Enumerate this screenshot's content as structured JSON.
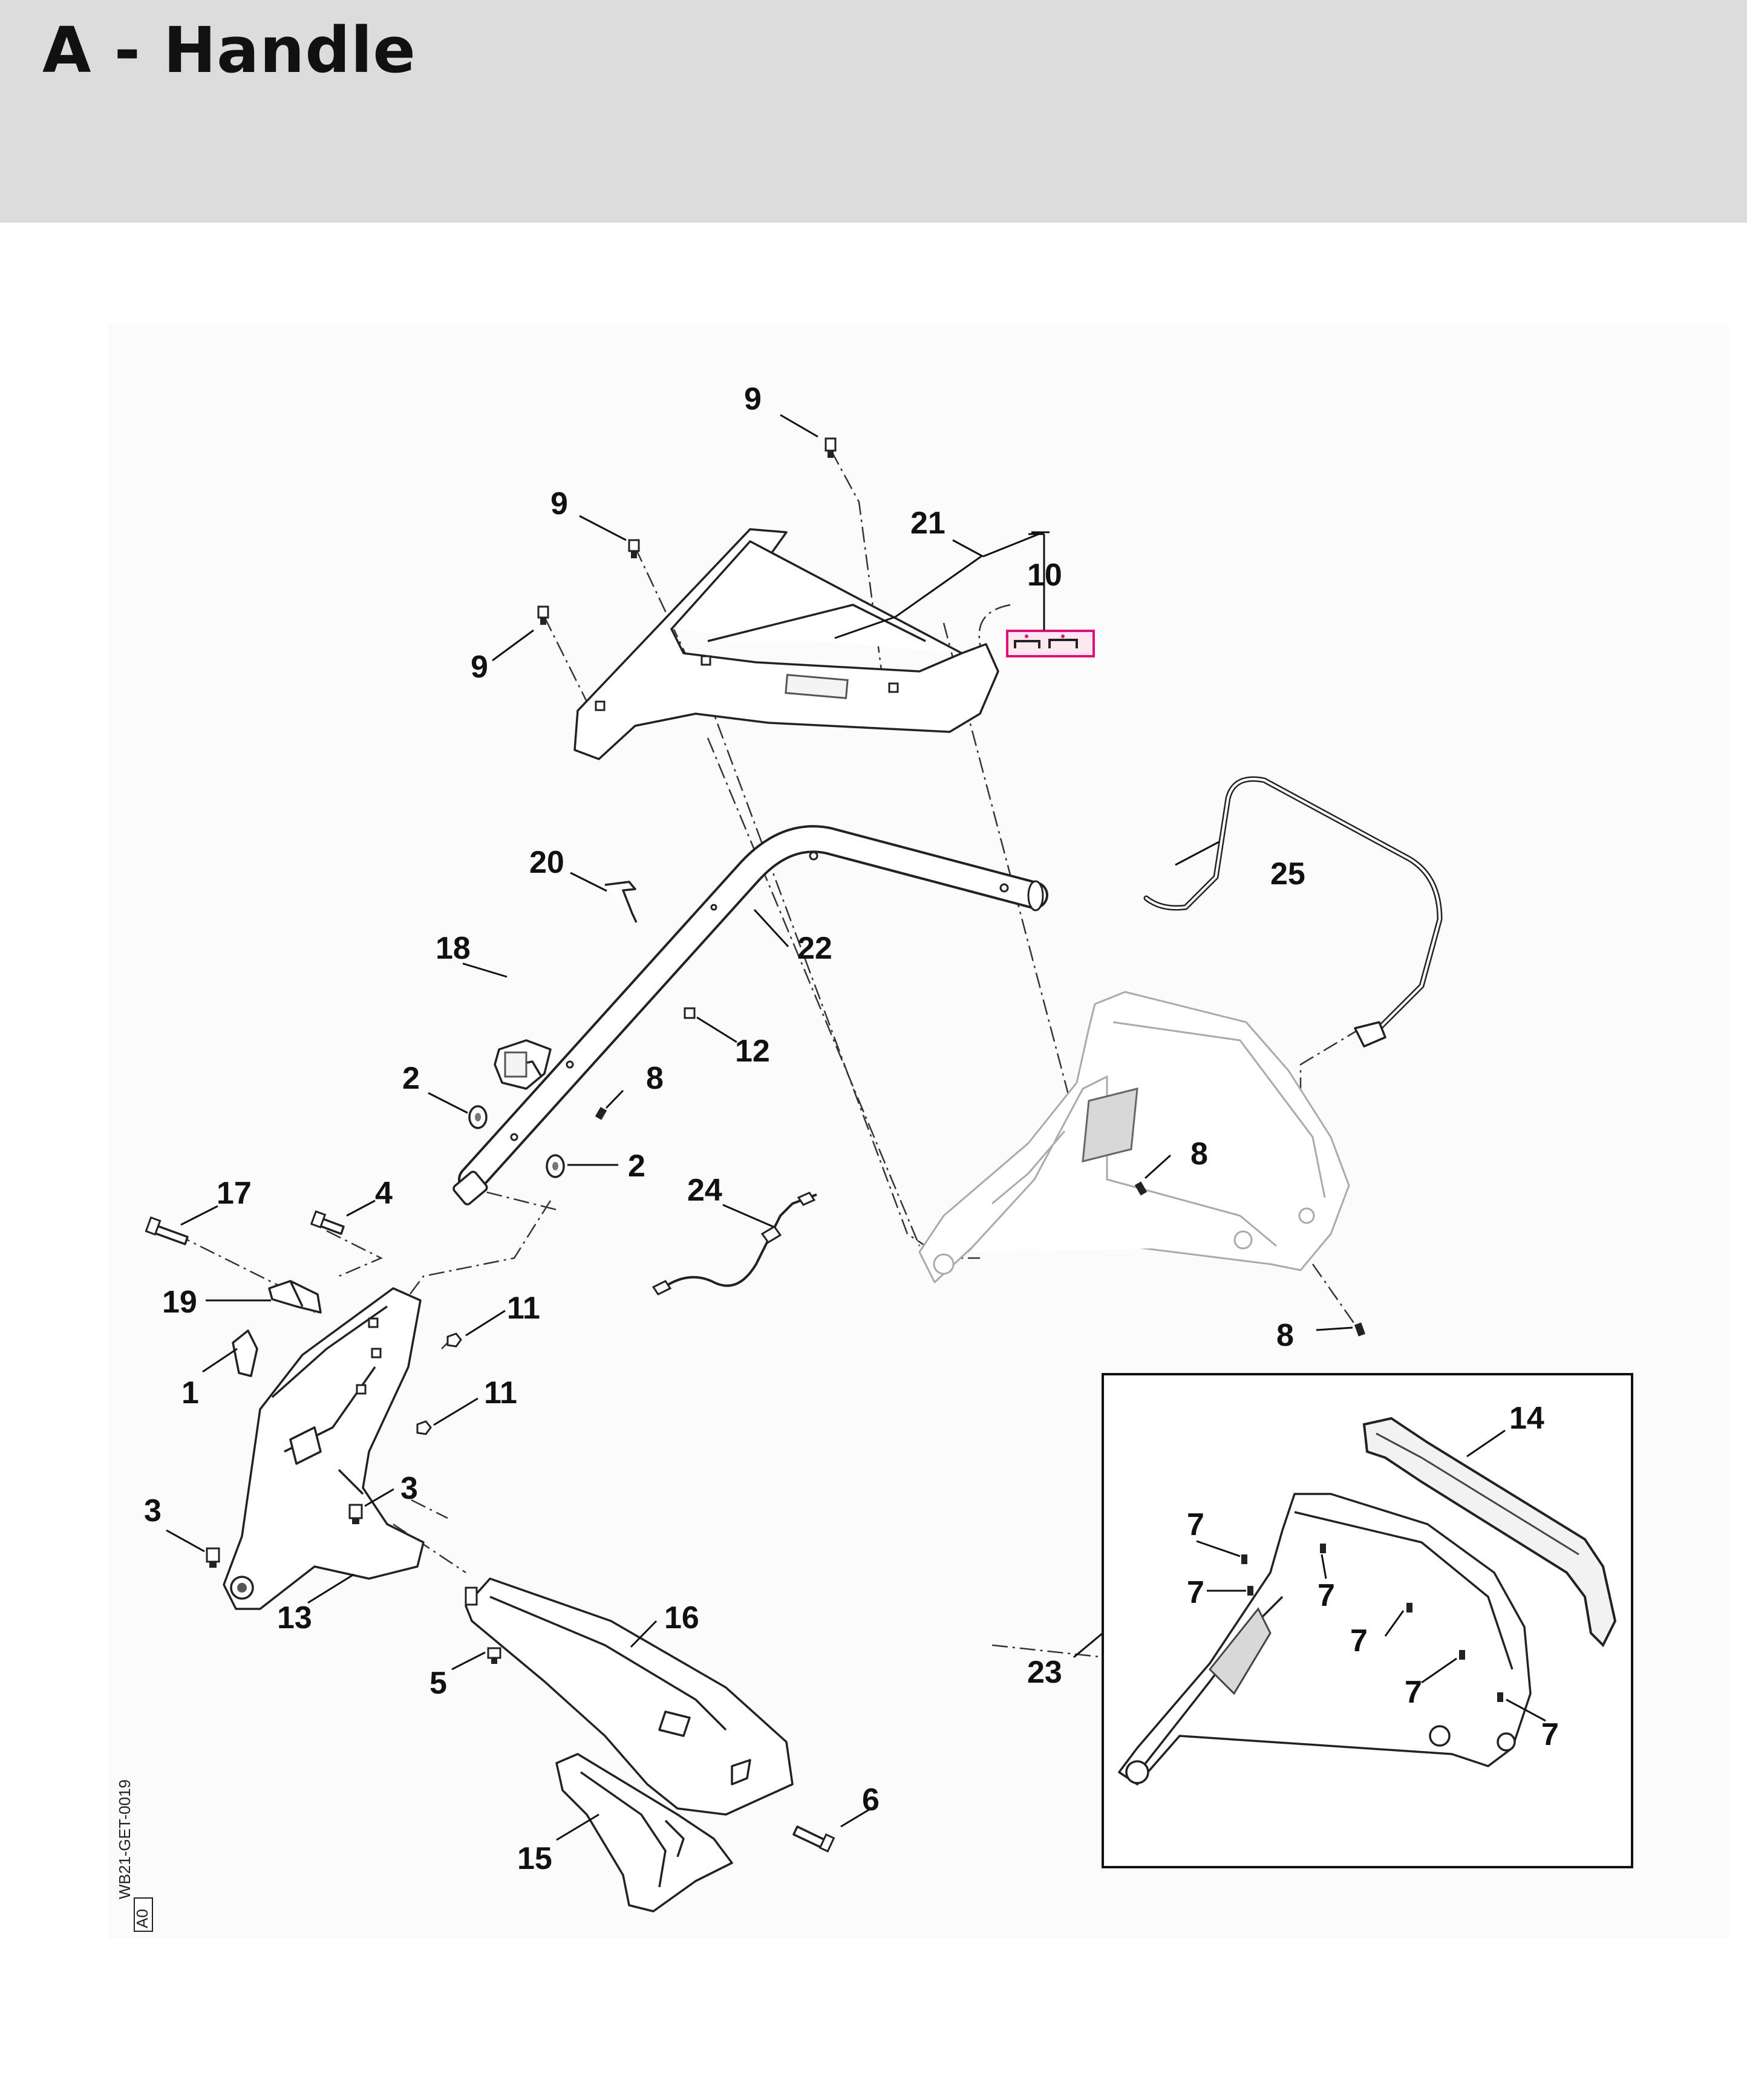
{
  "title": "A - Handle",
  "drawing_ref": "WB21-GET-0019",
  "drawing_rev": "A0",
  "callouts": {
    "c1": "1",
    "c2a": "2",
    "c2b": "2",
    "c3a": "3",
    "c3b": "3",
    "c4": "4",
    "c5": "5",
    "c6": "6",
    "c7a": "7",
    "c7b": "7",
    "c7c": "7",
    "c7d": "7",
    "c7e": "7",
    "c7f": "7",
    "c8a": "8",
    "c8b": "8",
    "c8c": "8",
    "c9a": "9",
    "c9b": "9",
    "c9c": "9",
    "c10": "10",
    "c11a": "11",
    "c11b": "11",
    "c12": "12",
    "c13": "13",
    "c14": "14",
    "c15": "15",
    "c16": "16",
    "c17": "17",
    "c18": "18",
    "c19": "19",
    "c20": "20",
    "c21": "21",
    "c22": "22",
    "c23": "23",
    "c24": "24",
    "c25": "25"
  },
  "colors": {
    "title_band": "#dbdcdb",
    "highlight": "#e0107a"
  }
}
